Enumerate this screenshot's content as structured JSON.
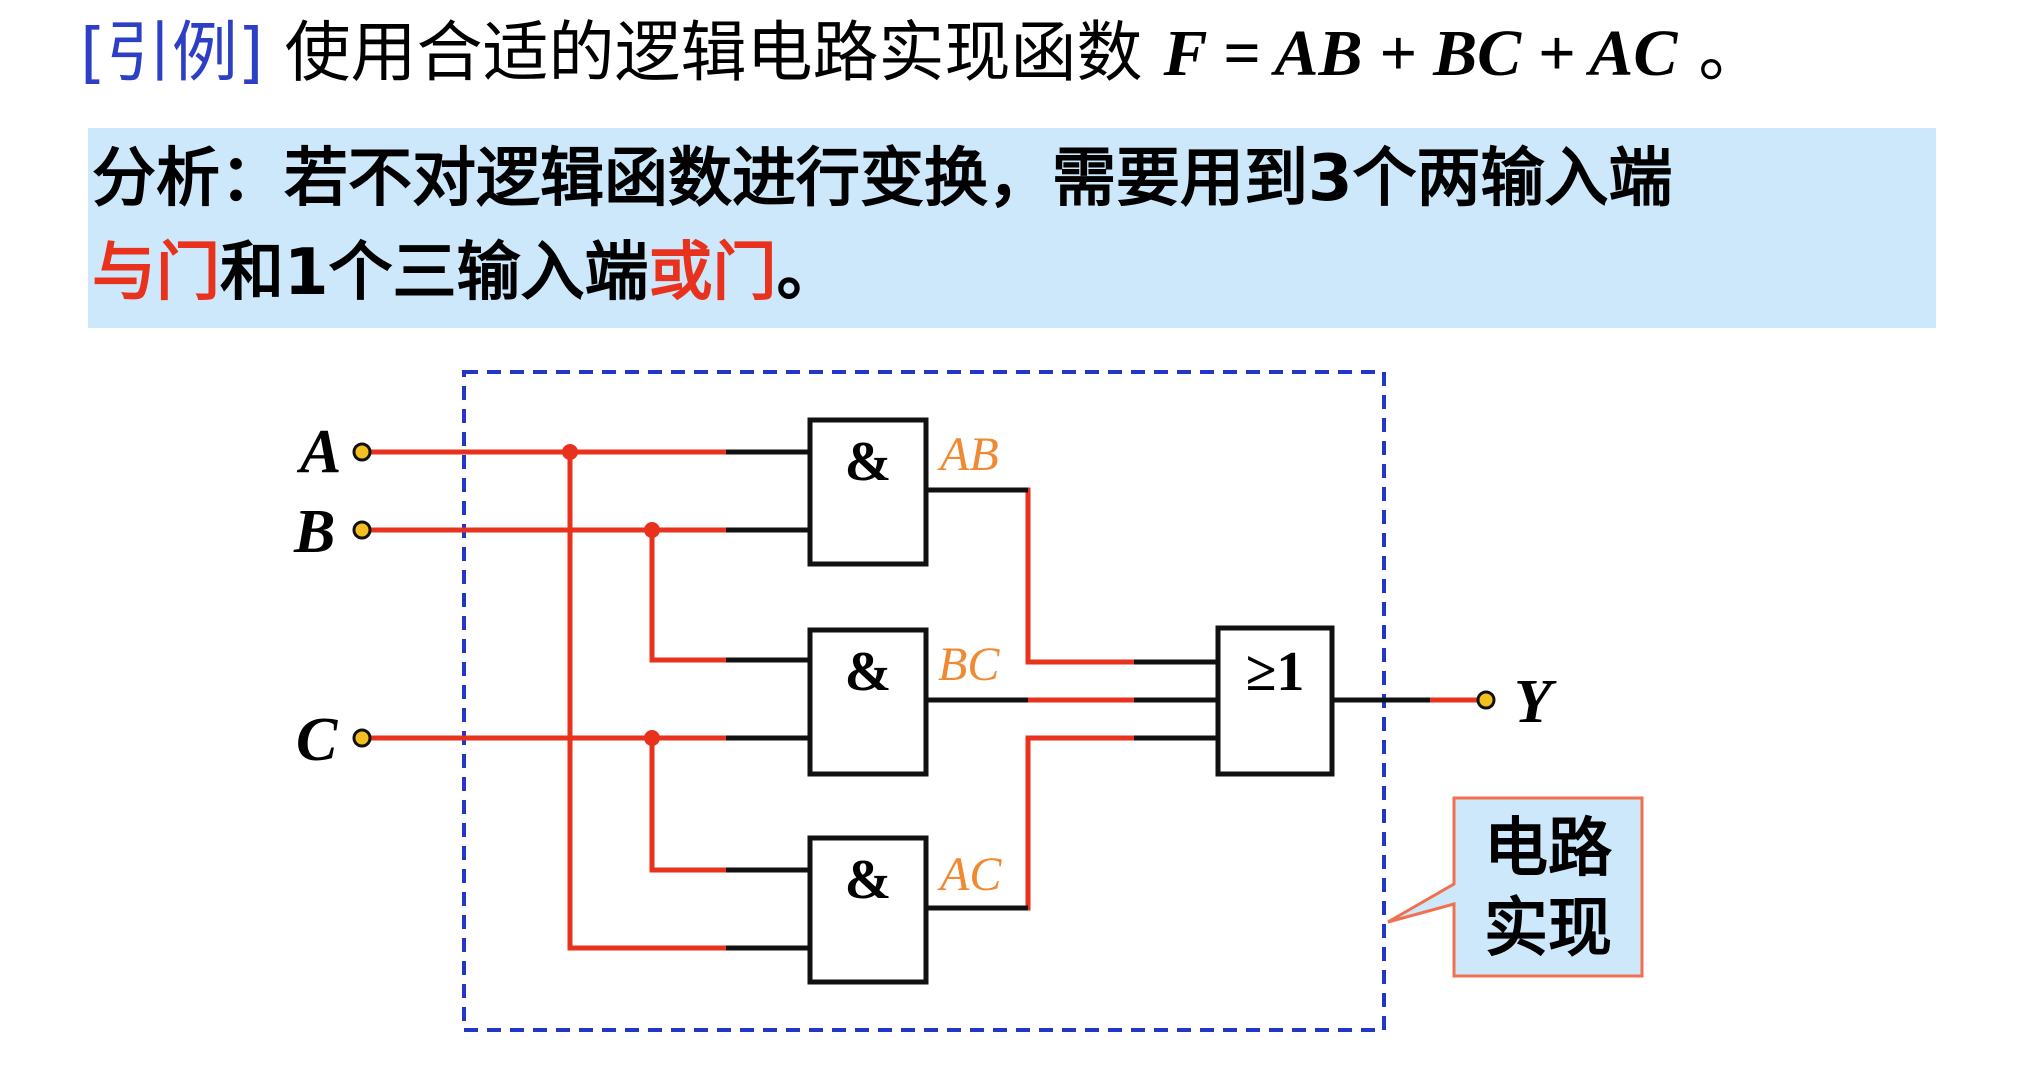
{
  "header": {
    "tag": "[引例]",
    "text": "使用合适的逻辑电路实现函数",
    "formula": "F = AB + BC + AC",
    "end": "。"
  },
  "analysis": {
    "line1": "分析：若不对逻辑函数进行变换，需要用到3个两输入端",
    "line2_red1": "与门",
    "line2_mid": "和1个三输入端",
    "line2_red2": "或门",
    "line2_end": "。"
  },
  "circuit": {
    "inputs": [
      "A",
      "B",
      "C"
    ],
    "output": "Y",
    "and_gates": [
      {
        "symbol": "&",
        "term": "AB"
      },
      {
        "symbol": "&",
        "term": "BC"
      },
      {
        "symbol": "&",
        "term": "AC"
      }
    ],
    "or_gate": {
      "symbol": "≥1"
    },
    "callout": [
      "电路",
      "实现"
    ],
    "colors": {
      "wire": "#e8321e",
      "pin": "#111111",
      "terminal": "#f4c020",
      "boundary": "#2236c8",
      "term_label": "#ef8a33",
      "callout_fill": "#cde8fb",
      "callout_border": "#f07050"
    }
  }
}
